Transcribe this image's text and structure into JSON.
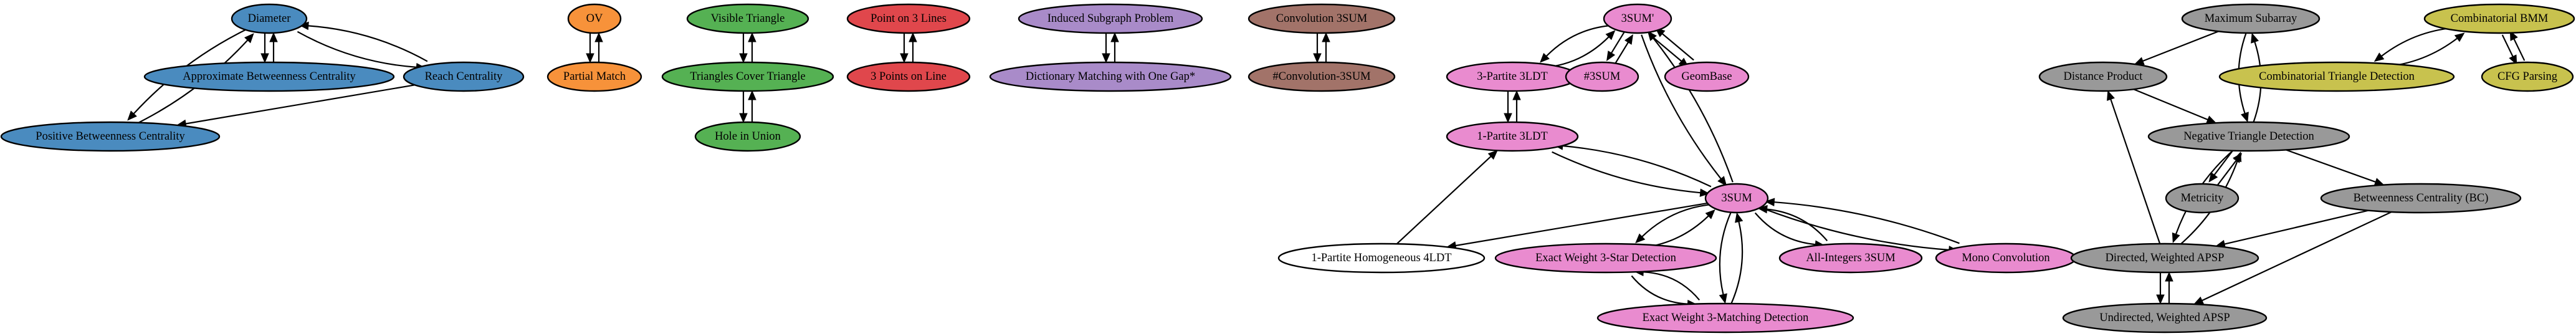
{
  "nodes": {
    "diameter": {
      "label": "Diameter",
      "color": "#4a8bbf"
    },
    "approx_betweenness": {
      "label": "Approximate Betweenness Centrality",
      "color": "#4a8bbf"
    },
    "reach_centrality": {
      "label": "Reach Centrality",
      "color": "#4a8bbf"
    },
    "positive_betweenness": {
      "label": "Positive Betweenness Centrality",
      "color": "#4a8bbf"
    },
    "ov": {
      "label": "OV",
      "color": "#f7923a"
    },
    "partial_match": {
      "label": "Partial Match",
      "color": "#f7923a"
    },
    "visible_triangle": {
      "label": "Visible Triangle",
      "color": "#55b153"
    },
    "triangles_cover_triangle": {
      "label": "Triangles Cover Triangle",
      "color": "#55b153"
    },
    "hole_in_union": {
      "label": "Hole in Union",
      "color": "#55b153"
    },
    "point_on_3_lines": {
      "label": "Point on 3 Lines",
      "color": "#e0474c"
    },
    "three_points_on_line": {
      "label": "3 Points on Line",
      "color": "#e0474c"
    },
    "induced_subgraph": {
      "label": "Induced Subgraph Problem",
      "color": "#a98bc9"
    },
    "dictionary_matching": {
      "label": "Dictionary Matching with One Gap*",
      "color": "#a98bc9"
    },
    "convolution_3sum": {
      "label": "Convolution 3SUM",
      "color": "#a27369"
    },
    "hash_convolution_3sum": {
      "label": "#Convolution-3SUM",
      "color": "#a27369"
    },
    "three_sum_prime": {
      "label": "3SUM'",
      "color": "#e98bcf"
    },
    "three_partite_3ldt": {
      "label": "3-Partite 3LDT",
      "color": "#e98bcf"
    },
    "hash_3sum": {
      "label": "#3SUM",
      "color": "#e98bcf"
    },
    "geombase": {
      "label": "GeomBase",
      "color": "#e98bcf"
    },
    "one_partite_3ldt": {
      "label": "1-Partite 3LDT",
      "color": "#e98bcf"
    },
    "three_sum": {
      "label": "3SUM",
      "color": "#e98bcf"
    },
    "one_partite_hom_4ldt": {
      "label": "1-Partite Homogeneous 4LDT",
      "color": "#ffffff"
    },
    "exact_weight_3star": {
      "label": "Exact Weight 3-Star Detection",
      "color": "#e98bcf"
    },
    "all_integers_3sum": {
      "label": "All-Integers 3SUM",
      "color": "#e98bcf"
    },
    "mono_convolution": {
      "label": "Mono Convolution",
      "color": "#e98bcf"
    },
    "exact_weight_3matching": {
      "label": "Exact Weight 3-Matching Detection",
      "color": "#e98bcf"
    },
    "maximum_subarray": {
      "label": "Maximum Subarray",
      "color": "#999999"
    },
    "distance_product": {
      "label": "Distance Product",
      "color": "#999999"
    },
    "negative_triangle": {
      "label": "Negative Triangle Detection",
      "color": "#999999"
    },
    "metricity": {
      "label": "Metricity",
      "color": "#999999"
    },
    "betweenness_bc": {
      "label": "Betweenness Centrality (BC)",
      "color": "#999999"
    },
    "directed_apsp": {
      "label": "Directed, Weighted APSP",
      "color": "#999999"
    },
    "undirected_apsp": {
      "label": "Undirected, Weighted APSP",
      "color": "#999999"
    },
    "combinatorial_bmm": {
      "label": "Combinatorial BMM",
      "color": "#c8c24e"
    },
    "combinatorial_triangle": {
      "label": "Combinatorial Triangle Detection",
      "color": "#c8c24e"
    },
    "cfg_parsing": {
      "label": "CFG Parsing",
      "color": "#c8c24e"
    }
  },
  "edges": [
    {
      "from": "diameter",
      "to": "approx_betweenness"
    },
    {
      "from": "approx_betweenness",
      "to": "diameter"
    },
    {
      "from": "diameter",
      "to": "reach_centrality"
    },
    {
      "from": "reach_centrality",
      "to": "diameter"
    },
    {
      "from": "diameter",
      "to": "positive_betweenness"
    },
    {
      "from": "positive_betweenness",
      "to": "diameter"
    },
    {
      "from": "reach_centrality",
      "to": "positive_betweenness"
    },
    {
      "from": "ov",
      "to": "partial_match"
    },
    {
      "from": "partial_match",
      "to": "ov"
    },
    {
      "from": "visible_triangle",
      "to": "triangles_cover_triangle"
    },
    {
      "from": "triangles_cover_triangle",
      "to": "visible_triangle"
    },
    {
      "from": "triangles_cover_triangle",
      "to": "hole_in_union"
    },
    {
      "from": "hole_in_union",
      "to": "triangles_cover_triangle"
    },
    {
      "from": "point_on_3_lines",
      "to": "three_points_on_line"
    },
    {
      "from": "three_points_on_line",
      "to": "point_on_3_lines"
    },
    {
      "from": "induced_subgraph",
      "to": "dictionary_matching"
    },
    {
      "from": "dictionary_matching",
      "to": "induced_subgraph"
    },
    {
      "from": "convolution_3sum",
      "to": "hash_convolution_3sum"
    },
    {
      "from": "hash_convolution_3sum",
      "to": "convolution_3sum"
    },
    {
      "from": "three_sum_prime",
      "to": "three_partite_3ldt"
    },
    {
      "from": "three_partite_3ldt",
      "to": "three_sum_prime"
    },
    {
      "from": "three_sum_prime",
      "to": "hash_3sum"
    },
    {
      "from": "hash_3sum",
      "to": "three_sum_prime"
    },
    {
      "from": "three_sum_prime",
      "to": "geombase"
    },
    {
      "from": "geombase",
      "to": "three_sum_prime"
    },
    {
      "from": "three_sum_prime",
      "to": "three_sum"
    },
    {
      "from": "three_sum",
      "to": "three_sum_prime"
    },
    {
      "from": "three_partite_3ldt",
      "to": "one_partite_3ldt"
    },
    {
      "from": "one_partite_3ldt",
      "to": "three_partite_3ldt"
    },
    {
      "from": "one_partite_3ldt",
      "to": "three_sum"
    },
    {
      "from": "three_sum",
      "to": "one_partite_3ldt"
    },
    {
      "from": "three_sum",
      "to": "one_partite_hom_4ldt"
    },
    {
      "from": "one_partite_hom_4ldt",
      "to": "one_partite_3ldt"
    },
    {
      "from": "three_sum",
      "to": "exact_weight_3star"
    },
    {
      "from": "exact_weight_3star",
      "to": "three_sum"
    },
    {
      "from": "three_sum",
      "to": "all_integers_3sum"
    },
    {
      "from": "all_integers_3sum",
      "to": "three_sum"
    },
    {
      "from": "three_sum",
      "to": "mono_convolution"
    },
    {
      "from": "mono_convolution",
      "to": "three_sum"
    },
    {
      "from": "three_sum",
      "to": "exact_weight_3matching"
    },
    {
      "from": "exact_weight_3matching",
      "to": "three_sum"
    },
    {
      "from": "exact_weight_3star",
      "to": "exact_weight_3matching"
    },
    {
      "from": "exact_weight_3matching",
      "to": "exact_weight_3star"
    },
    {
      "from": "maximum_subarray",
      "to": "distance_product"
    },
    {
      "from": "maximum_subarray",
      "to": "negative_triangle"
    },
    {
      "from": "negative_triangle",
      "to": "maximum_subarray"
    },
    {
      "from": "distance_product",
      "to": "negative_triangle"
    },
    {
      "from": "negative_triangle",
      "to": "metricity"
    },
    {
      "from": "metricity",
      "to": "negative_triangle"
    },
    {
      "from": "negative_triangle",
      "to": "betweenness_bc"
    },
    {
      "from": "negative_triangle",
      "to": "directed_apsp"
    },
    {
      "from": "directed_apsp",
      "to": "negative_triangle"
    },
    {
      "from": "directed_apsp",
      "to": "distance_product"
    },
    {
      "from": "betweenness_bc",
      "to": "directed_apsp"
    },
    {
      "from": "betweenness_bc",
      "to": "undirected_apsp"
    },
    {
      "from": "directed_apsp",
      "to": "undirected_apsp"
    },
    {
      "from": "undirected_apsp",
      "to": "directed_apsp"
    },
    {
      "from": "combinatorial_bmm",
      "to": "combinatorial_triangle"
    },
    {
      "from": "combinatorial_triangle",
      "to": "combinatorial_bmm"
    },
    {
      "from": "combinatorial_bmm",
      "to": "cfg_parsing"
    },
    {
      "from": "cfg_parsing",
      "to": "combinatorial_bmm"
    }
  ]
}
